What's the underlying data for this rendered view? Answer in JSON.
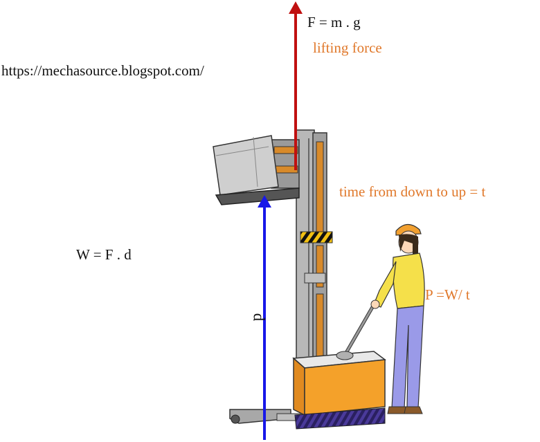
{
  "url_text": "https://mechasource.blogspot.com/",
  "force_formula": "F = m . g",
  "lifting_force_label": "lifting force",
  "time_label": "time from down to up = t",
  "work_formula": "W = F . d",
  "power_formula": "P =W/ t",
  "distance_label": "d",
  "colors": {
    "force_arrow": "#c01010",
    "distance_arrow": "#1818e8",
    "annotation_orange": "#e0782a",
    "machine_gray": "#b8b8b8",
    "box_orange": "#f4a12a",
    "stripe_purple": "#4a3a9a",
    "worker_yellow": "#f5e04a",
    "worker_pants": "#9a9ae8"
  },
  "icons": [
    "forklift-stacker-illustration",
    "worker-illustration",
    "lifting-force-arrow",
    "distance-arrow"
  ]
}
